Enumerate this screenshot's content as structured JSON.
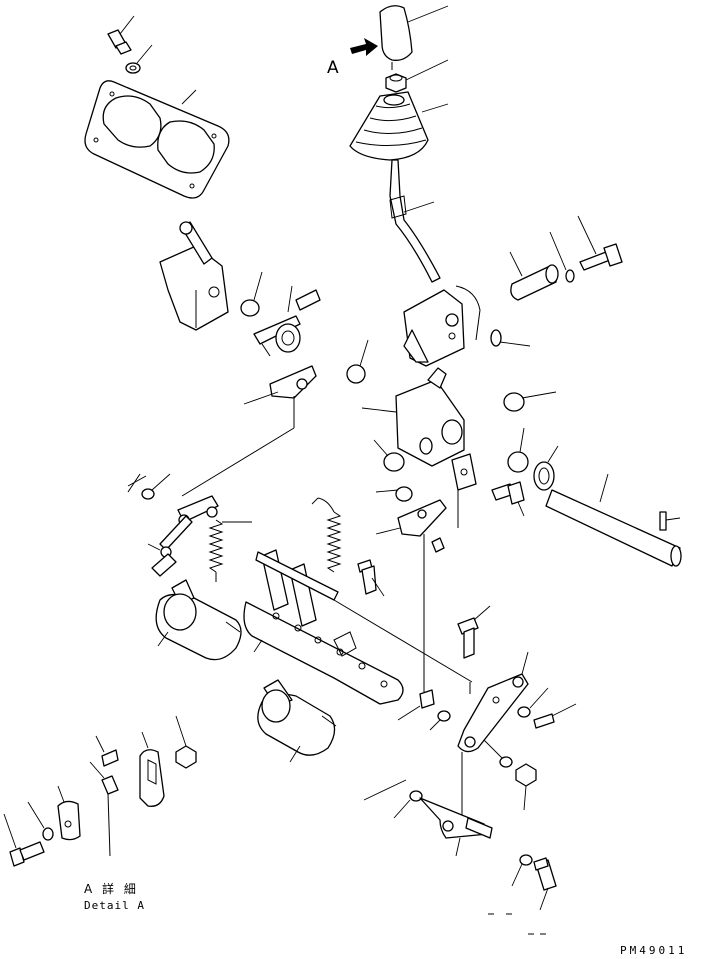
{
  "labels": {
    "view_marker": "A",
    "detail_title_jp": "A 詳 細",
    "detail_title_en": "Detail A",
    "drawing_code": "PM49011"
  }
}
